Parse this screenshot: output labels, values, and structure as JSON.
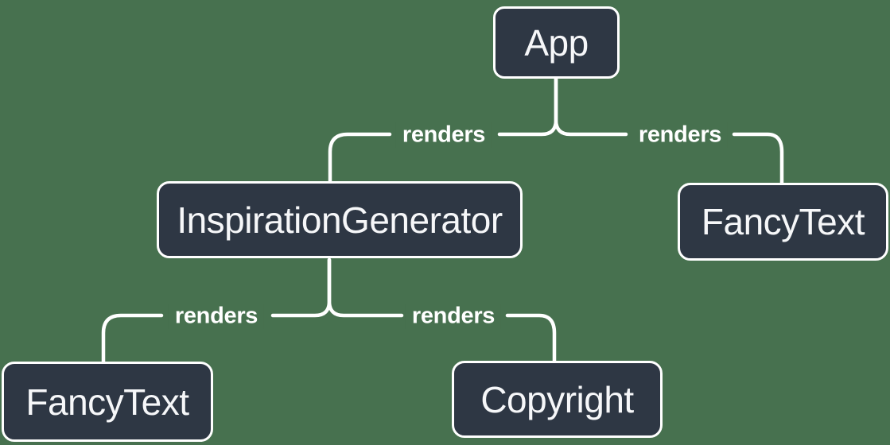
{
  "diagram": {
    "nodes": [
      {
        "id": "app",
        "label": "App"
      },
      {
        "id": "inspiration-generator",
        "label": "InspirationGenerator"
      },
      {
        "id": "fancy-text-top",
        "label": "FancyText"
      },
      {
        "id": "fancy-text-bottom",
        "label": "FancyText"
      },
      {
        "id": "copyright",
        "label": "Copyright"
      }
    ],
    "edges": [
      {
        "from": "App",
        "to": "InspirationGenerator",
        "label": "renders"
      },
      {
        "from": "App",
        "to": "FancyText",
        "label": "renders"
      },
      {
        "from": "InspirationGenerator",
        "to": "FancyText",
        "label": "renders"
      },
      {
        "from": "InspirationGenerator",
        "to": "Copyright",
        "label": "renders"
      }
    ]
  },
  "colors": {
    "background": "#47714F",
    "node_fill": "#2E3744",
    "node_border": "#FFFFFF",
    "node_text": "#F6F7F9",
    "connector": "#FFFFFF",
    "edge_label_text": "#FFFFFF"
  }
}
